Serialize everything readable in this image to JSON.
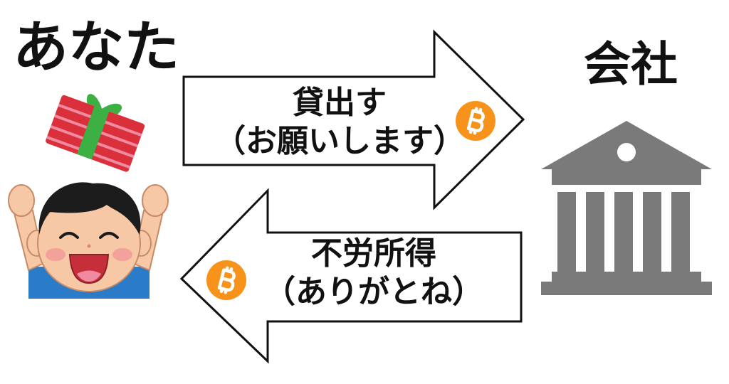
{
  "parties": {
    "you": "あなた",
    "company": "会社"
  },
  "flows": {
    "lend": {
      "line1": "貸出す",
      "line2": "（お願いします）"
    },
    "income": {
      "line1": "不労所得",
      "line2": "（ありがとね）"
    }
  },
  "icons": {
    "coin": "bitcoin-coin-icon",
    "bank": "bank-building-icon",
    "person": "cheering-boy-icon",
    "gift": "gift-box-icon"
  },
  "colors": {
    "coin": "#f7931a",
    "bank": "#7a7a7a",
    "gift": "#d9303b",
    "ribbon": "#3cb043"
  }
}
